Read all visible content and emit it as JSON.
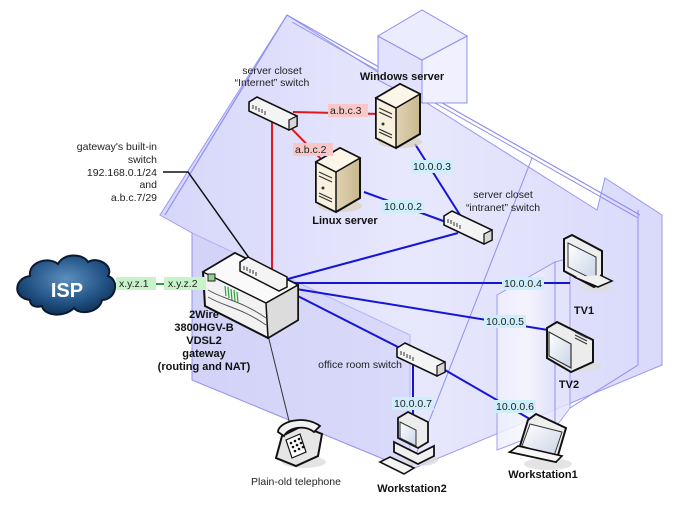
{
  "diagram": {
    "type": "home network diagram",
    "colors": {
      "house_fill": "#dcdcfa",
      "house_stroke": "#8f8ff0",
      "internet_link": "#e0191f",
      "intranet_link": "#1515d6",
      "wan_link": "#2ea043",
      "public_ip_bg": "#f8c8c8",
      "private_ip_bg": "#cdeefa",
      "wan_ip_bg": "#c8f2c8",
      "phone_line": "#333333"
    },
    "nodes": {
      "isp": {
        "label": "ISP"
      },
      "gateway": {
        "label_lines": [
          "2Wire",
          "3800HGV-B",
          "VDSL2",
          "gateway",
          "(routing and NAT)"
        ]
      },
      "gateway_switch_callout": {
        "label_lines": [
          "gateway's built-in",
          "switch",
          "192.168.0.1/24",
          "and",
          "a.b.c.7/29"
        ]
      },
      "internet_switch": {
        "label_lines": [
          "server closet",
          "“Internet” switch"
        ]
      },
      "intranet_switch": {
        "label_lines": [
          "server closet",
          "“intranet” switch"
        ]
      },
      "office_switch": {
        "label": "office room switch"
      },
      "windows_server": {
        "label": "Windows server"
      },
      "linux_server": {
        "label": "Linux server"
      },
      "tv1": {
        "label": "TV1"
      },
      "tv2": {
        "label": "TV2"
      },
      "workstation1": {
        "label": "Workstation1"
      },
      "workstation2": {
        "label": "Workstation2"
      },
      "telephone": {
        "label": "Plain-old telephone"
      }
    },
    "links": [
      {
        "from": "isp",
        "to": "gateway",
        "kind": "wan",
        "labels": [
          "x.y.z.1",
          "x.y.z.2"
        ]
      },
      {
        "from": "gateway",
        "to": "internet_switch",
        "kind": "internet",
        "labels": []
      },
      {
        "from": "internet_switch",
        "to": "windows_server",
        "kind": "internet",
        "labels": [
          "a.b.c.3"
        ]
      },
      {
        "from": "internet_switch",
        "to": "linux_server",
        "kind": "internet",
        "labels": [
          "a.b.c.2"
        ]
      },
      {
        "from": "windows_server",
        "to": "intranet_switch",
        "kind": "intranet",
        "labels": [
          "10.0.0.3"
        ]
      },
      {
        "from": "linux_server",
        "to": "intranet_switch",
        "kind": "intranet",
        "labels": [
          "10.0.0.2"
        ]
      },
      {
        "from": "gateway",
        "to": "intranet_switch",
        "kind": "intranet",
        "labels": []
      },
      {
        "from": "gateway",
        "to": "tv1",
        "kind": "intranet",
        "labels": [
          "10.0.0.4"
        ]
      },
      {
        "from": "gateway",
        "to": "tv2",
        "kind": "intranet",
        "labels": [
          "10.0.0.5"
        ]
      },
      {
        "from": "gateway",
        "to": "office_switch",
        "kind": "intranet",
        "labels": []
      },
      {
        "from": "office_switch",
        "to": "workstation2",
        "kind": "intranet",
        "labels": [
          "10.0.0.7"
        ]
      },
      {
        "from": "office_switch",
        "to": "workstation1",
        "kind": "intranet",
        "labels": [
          "10.0.0.6"
        ]
      },
      {
        "from": "gateway",
        "to": "telephone",
        "kind": "phone",
        "labels": []
      }
    ]
  }
}
